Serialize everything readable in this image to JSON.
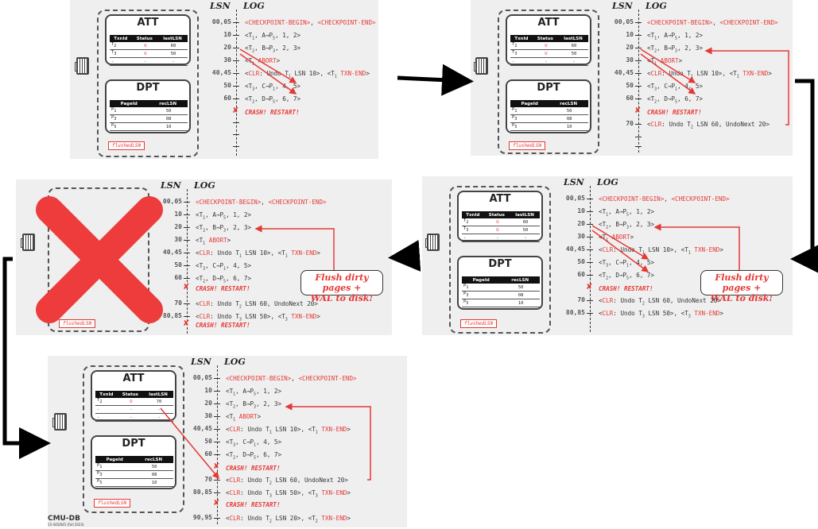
{
  "headers": {
    "lsn": "LSN",
    "log": "LOG"
  },
  "att": {
    "title": "ATT",
    "columns": [
      "TxnId",
      "Status",
      "lastLSN"
    ],
    "rows_p1": [
      [
        "T2",
        "U",
        "60"
      ],
      [
        "T3",
        "U",
        "50"
      ],
      [
        "-",
        "-",
        "-"
      ]
    ],
    "rows_p3": [
      [
        "T2",
        "U",
        "60"
      ],
      [
        "T3",
        "U",
        "50"
      ],
      [
        "-",
        "-",
        "-"
      ]
    ],
    "rows_p5": [
      [
        "T2",
        "U",
        "70"
      ],
      [
        "-",
        "-",
        "-"
      ],
      [
        "-",
        "-",
        "-"
      ]
    ]
  },
  "dpt": {
    "title": "DPT",
    "columns": [
      "PageId",
      "recLSN"
    ],
    "rows": [
      [
        "P1",
        "50"
      ],
      [
        "P3",
        "08"
      ],
      [
        "P5",
        "10"
      ]
    ]
  },
  "flushed_label": "flushedLSN",
  "bubble_text": "Flush dirty pages + WAL to disk!",
  "crash_text": "CRASH! RESTART!",
  "footer": {
    "logo": "CMU-DB",
    "course": "15-445/645 (Fall 2023)"
  },
  "log": [
    {
      "lsn": "00,05",
      "parts": [
        [
          "r",
          "<CHECKPOINT-BEGIN>"
        ],
        [
          "n",
          ", "
        ],
        [
          "r",
          "<CHECKPOINT-END>"
        ]
      ]
    },
    {
      "lsn": "10",
      "parts": [
        [
          "n",
          "<T1, A→P5, 1, 2>"
        ]
      ]
    },
    {
      "lsn": "20",
      "parts": [
        [
          "n",
          "<T2, B→P3, 2, 3>"
        ]
      ]
    },
    {
      "lsn": "30",
      "parts": [
        [
          "n",
          "<T1 "
        ],
        [
          "r",
          "ABORT"
        ],
        [
          "n",
          ">"
        ]
      ]
    },
    {
      "lsn": "40,45",
      "parts": [
        [
          "n",
          "<"
        ],
        [
          "r",
          "CLR"
        ],
        [
          "n",
          ": Undo T1 LSN 10>, <T1 "
        ],
        [
          "r",
          "TXN-END"
        ],
        [
          "n",
          ">"
        ]
      ]
    },
    {
      "lsn": "50",
      "parts": [
        [
          "n",
          "<T3, C→P1, 4, 5>"
        ]
      ]
    },
    {
      "lsn": "60",
      "parts": [
        [
          "n",
          "<T2, D→P5, 6, 7>"
        ]
      ]
    },
    {
      "lsn": "70",
      "parts": [
        [
          "n",
          "<"
        ],
        [
          "r",
          "CLR"
        ],
        [
          "n",
          ": Undo T2 LSN 60, UndoNext 20>"
        ]
      ]
    },
    {
      "lsn": "80,85",
      "parts": [
        [
          "n",
          "<"
        ],
        [
          "r",
          "CLR"
        ],
        [
          "n",
          ": Undo T3 LSN 50>, <T3 "
        ],
        [
          "r",
          "TXN-END"
        ],
        [
          "n",
          ">"
        ]
      ]
    },
    {
      "lsn": "90,95",
      "parts": [
        [
          "n",
          "<"
        ],
        [
          "r",
          "CLR"
        ],
        [
          "n",
          ": Undo T2 LSN 20>, <T2 "
        ],
        [
          "r",
          "TXN-END"
        ],
        [
          "n",
          ">"
        ]
      ]
    }
  ]
}
